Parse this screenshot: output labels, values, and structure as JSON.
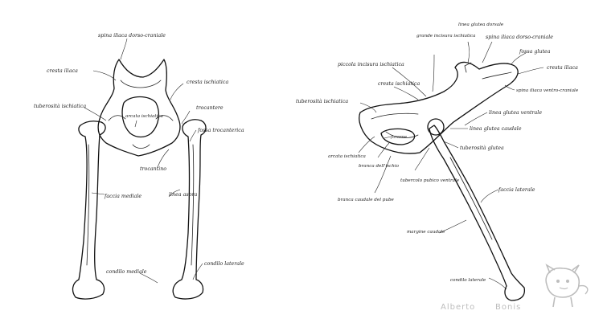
{
  "left_view": {
    "labels": {
      "spina_iliaca": "spina iliaca dorso-craniale",
      "cresta_iliaca": "cresta iliaca",
      "cresta_ischiatica": "cresta ischiatica",
      "tuberosita_ischiatica": "tuberosità ischiatica",
      "arcata_ischiatica": "arcata ischiatica",
      "trocantere": "trocantere",
      "fossa_trocanterica": "fossa trocanterica",
      "trocantino": "trocantino",
      "faccia_mediale": "faccia mediale",
      "linea_aspra": "linea aspra",
      "condilo_mediale": "condilo mediale",
      "condilo_laterale": "condilo laterale"
    }
  },
  "right_view": {
    "labels": {
      "grande_incisura": "grande incisura ischiatica",
      "linea_glutea_dorsale": "linea glutea dorsale",
      "spina_iliaca_dorso": "spina iliaca dorso-craniale",
      "fossa_glutea": "fossa glutea",
      "cresta_iliaca": "cresta iliaca",
      "spina_iliaca_ventro": "spina iliaca ventro-craniale",
      "piccola_incisura": "piccola incisura ischiatica",
      "cresta_ischiatica": "cresta ischiatica",
      "tuberosita_ischiatica": "tuberosità ischiatica",
      "linea_glutea_ventrale": "linea glutea ventrale",
      "linea_glutea_caudale": "linea glutea caudale",
      "forame": "forame",
      "tuberosita_glutea": "tuberosità glutea",
      "arcata_ischiatica": "arcata ischiatica",
      "branca_ischio": "branca dell'ischio",
      "tubercolo_pubico": "tubercolo pubico ventrale",
      "branca_caudale": "branca caudale del pube",
      "faccia_laterale": "faccia laterale",
      "margine_caudale": "margine caudale",
      "condilo_laterale": "condilo laterale"
    }
  },
  "signature": {
    "first": "Alberto",
    "last": "Bonis"
  },
  "colors": {
    "ink": "#111111",
    "paper": "#ffffff",
    "signature": "#bdbdbd"
  }
}
